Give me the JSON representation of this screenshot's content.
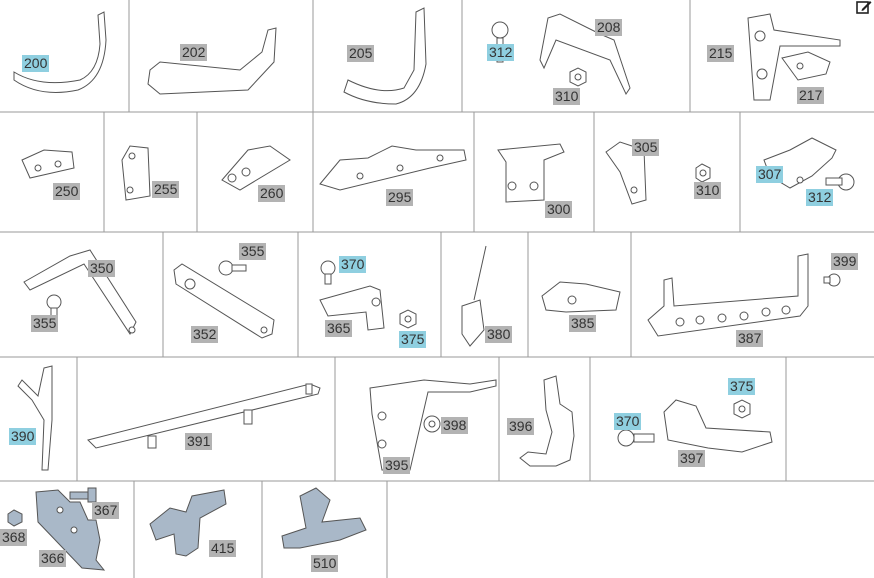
{
  "colors": {
    "grid_line": "#9a9a9a",
    "part_stroke": "#555555",
    "label_bg": "#b3b3b3",
    "label_highlight_bg": "#8fcfe0",
    "label_text": "#333333",
    "part_fill_blue": "#a9b8c8"
  },
  "toolbar": {
    "edit_icon": "edit-icon"
  },
  "labels": [
    {
      "text": "200",
      "hl": true
    },
    {
      "text": "202",
      "hl": false
    },
    {
      "text": "205",
      "hl": false
    },
    {
      "text": "312",
      "hl": true
    },
    {
      "text": "208",
      "hl": false
    },
    {
      "text": "310",
      "hl": false
    },
    {
      "text": "215",
      "hl": false
    },
    {
      "text": "217",
      "hl": false
    },
    {
      "text": "250",
      "hl": false
    },
    {
      "text": "255",
      "hl": false
    },
    {
      "text": "260",
      "hl": false
    },
    {
      "text": "295",
      "hl": false
    },
    {
      "text": "300",
      "hl": false
    },
    {
      "text": "305",
      "hl": false
    },
    {
      "text": "310",
      "hl": false
    },
    {
      "text": "307",
      "hl": true
    },
    {
      "text": "312",
      "hl": true
    },
    {
      "text": "350",
      "hl": false
    },
    {
      "text": "355",
      "hl": false
    },
    {
      "text": "355",
      "hl": false
    },
    {
      "text": "352",
      "hl": false
    },
    {
      "text": "370",
      "hl": true
    },
    {
      "text": "365",
      "hl": false
    },
    {
      "text": "375",
      "hl": true
    },
    {
      "text": "380",
      "hl": false
    },
    {
      "text": "385",
      "hl": false
    },
    {
      "text": "399",
      "hl": false
    },
    {
      "text": "387",
      "hl": false
    },
    {
      "text": "390",
      "hl": true
    },
    {
      "text": "391",
      "hl": false
    },
    {
      "text": "398",
      "hl": false
    },
    {
      "text": "395",
      "hl": false
    },
    {
      "text": "396",
      "hl": false
    },
    {
      "text": "375",
      "hl": true
    },
    {
      "text": "370",
      "hl": true
    },
    {
      "text": "397",
      "hl": false
    },
    {
      "text": "367",
      "hl": false
    },
    {
      "text": "368",
      "hl": false
    },
    {
      "text": "366",
      "hl": false
    },
    {
      "text": "415",
      "hl": false
    },
    {
      "text": "510",
      "hl": false
    }
  ]
}
